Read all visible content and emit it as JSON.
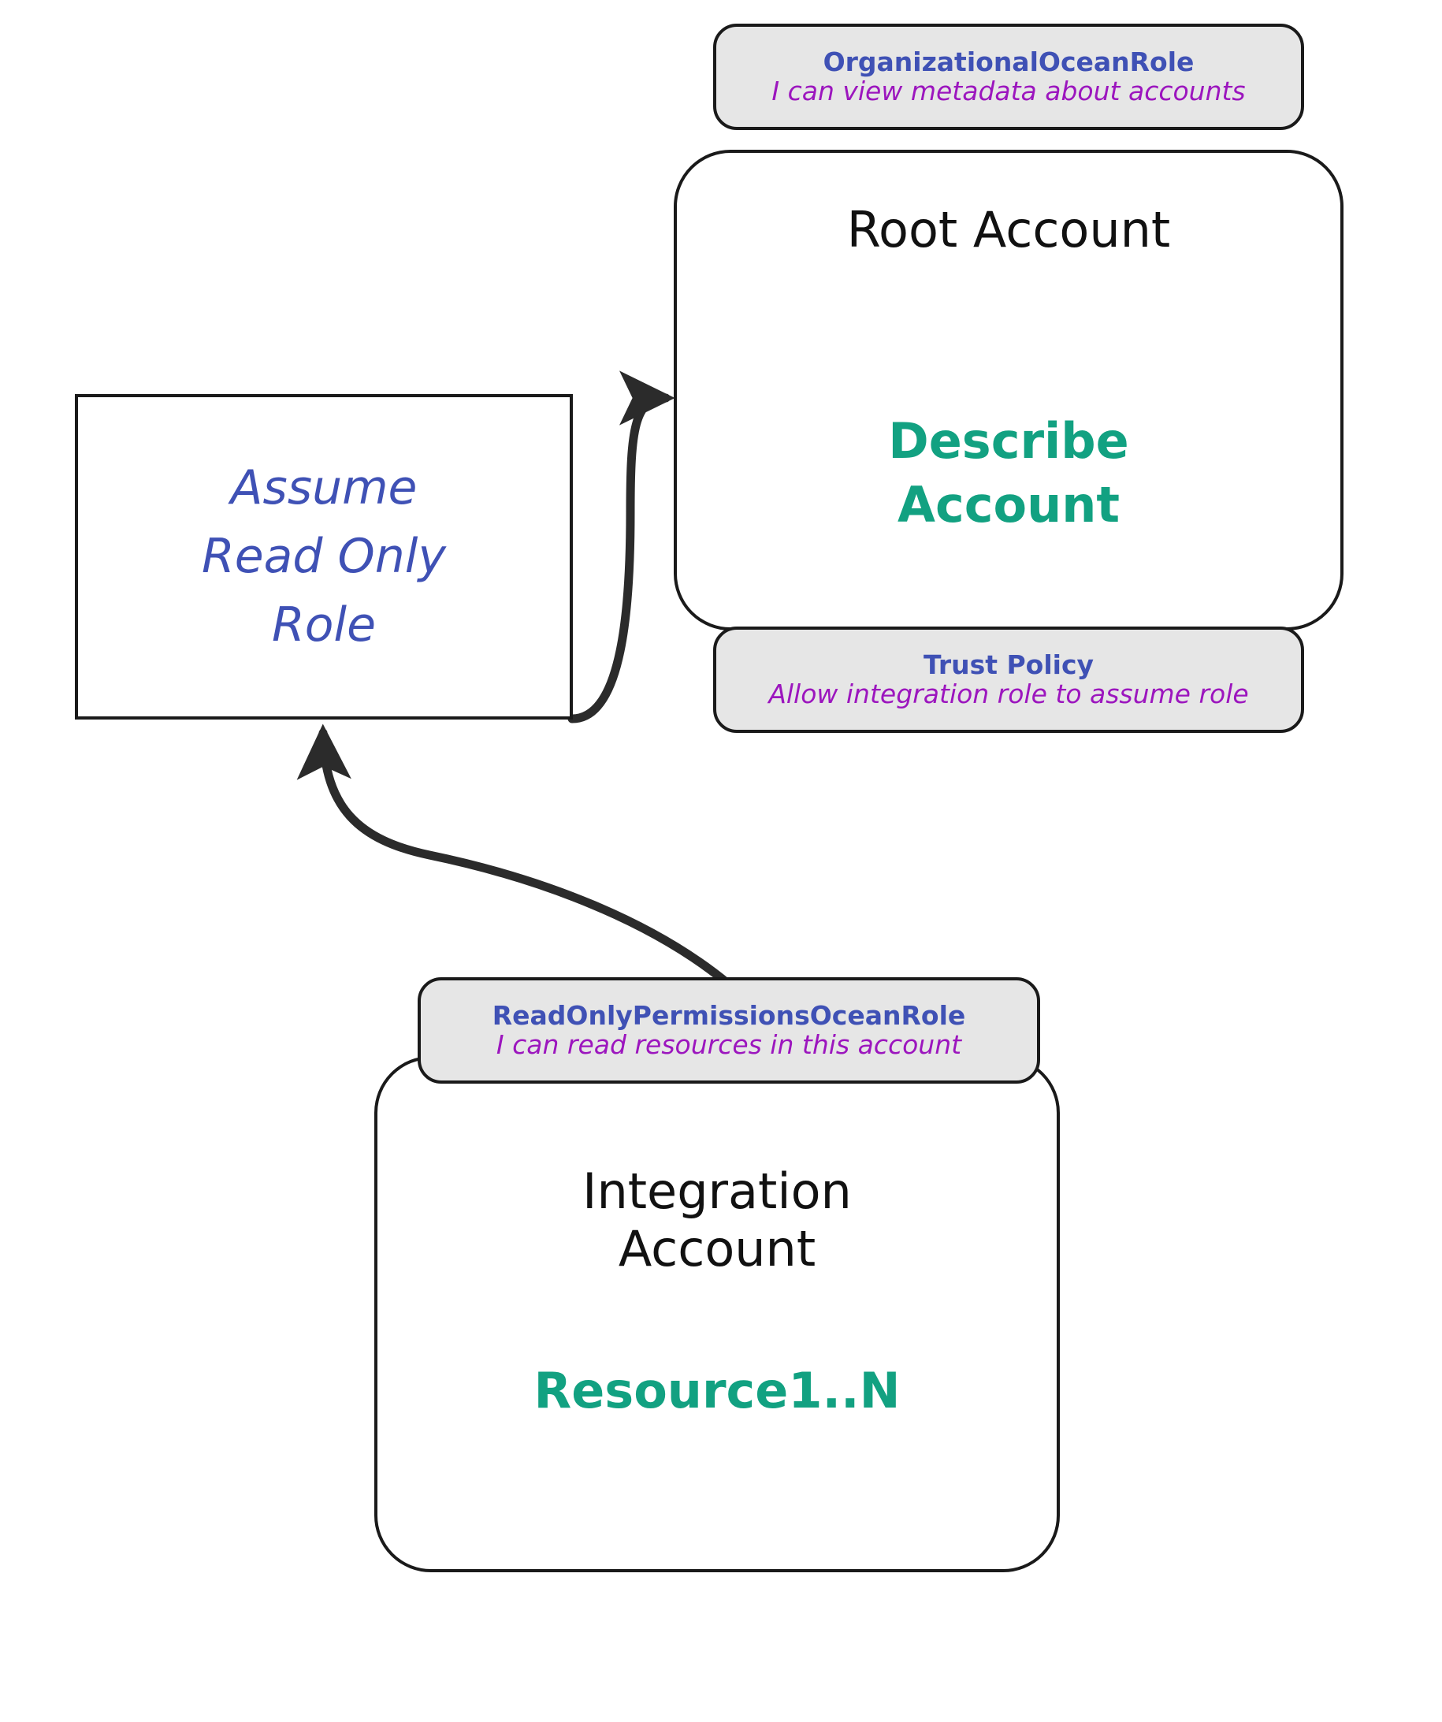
{
  "diagram": {
    "title": "AWS cross-account read-only role assumption",
    "colors": {
      "role_title": "#3f51b5",
      "role_description": "#9c16be",
      "action": "#12a181",
      "stroke": "#1a1a1a",
      "badge_fill": "#e6e6e6",
      "canvas": "#ffffff"
    }
  },
  "nodes": {
    "root_account": {
      "label": "Root Account",
      "action": "Describe\nAccount",
      "role_badge": {
        "name": "OrganizationalOceanRole",
        "description": "I can view metadata about accounts"
      },
      "policy_badge": {
        "name": "Trust Policy",
        "description": "Allow integration role to assume role"
      }
    },
    "assume_role": {
      "label": "Assume\nRead Only\nRole"
    },
    "integration_account": {
      "label": "Integration\nAccount",
      "resource": "Resource1..N",
      "role_badge": {
        "name": "ReadOnlyPermissionsOceanRole",
        "description": "I can read resources in this account"
      }
    }
  },
  "edges": [
    {
      "id": "assume-to-root",
      "from": "assume_role",
      "to": "root_account",
      "label": "",
      "arrowhead": "root_account"
    },
    {
      "id": "integration-to-assume",
      "from": "integration_account",
      "to": "assume_role",
      "label": "",
      "arrowhead": "assume_role"
    }
  ]
}
